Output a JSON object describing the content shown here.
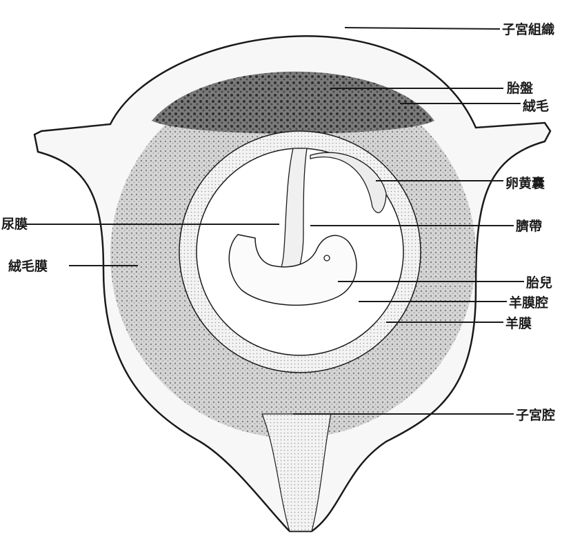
{
  "labels": {
    "uterine_tissue": "子宮組織",
    "placenta": "胎盤",
    "villi": "絨毛",
    "yolk_sac": "卵黄囊",
    "allantois": "尿膜",
    "umbilical_cord": "臍帶",
    "chorion": "絨毛膜",
    "fetus": "胎兒",
    "amniotic_cavity": "羊膜腔",
    "amnion": "羊膜",
    "uterine_cavity": "子宮腔"
  },
  "colors": {
    "ink": "#1a1a1a",
    "paper": "#ffffff",
    "tissue": "#e9e9e9"
  }
}
